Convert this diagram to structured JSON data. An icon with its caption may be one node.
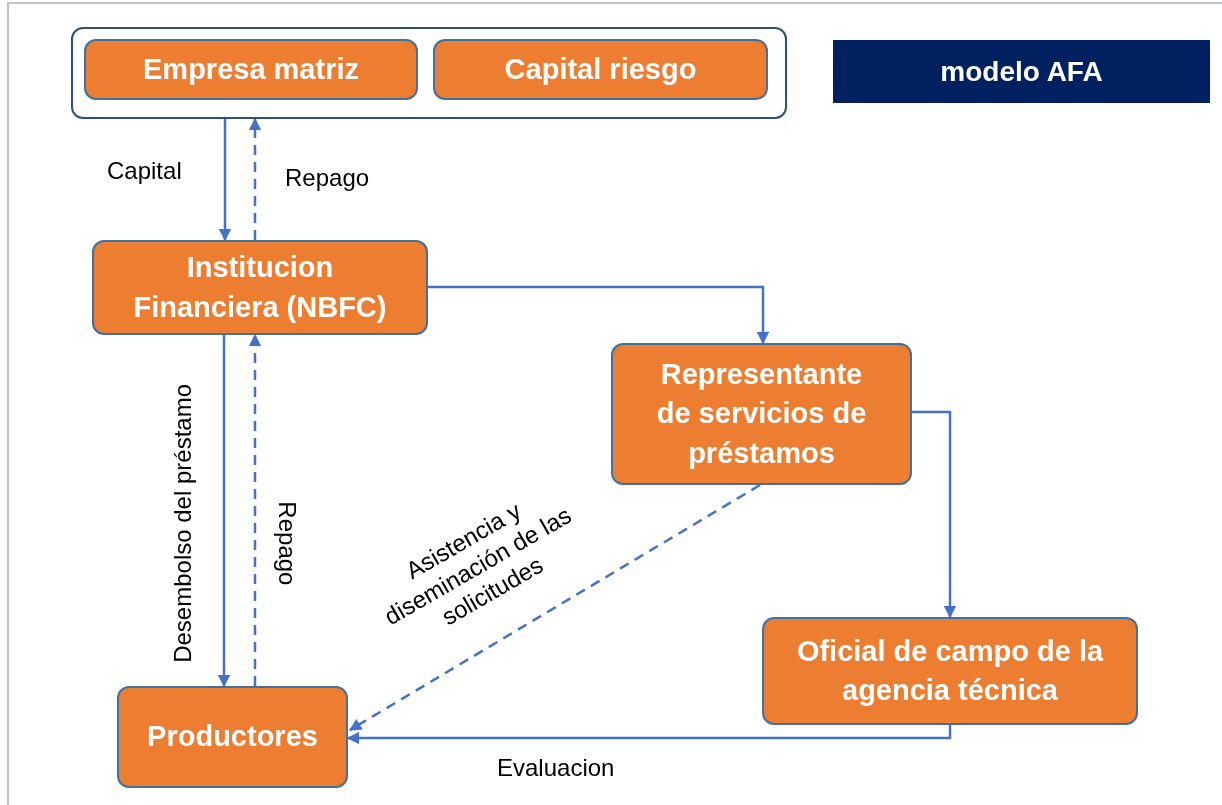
{
  "diagram": {
    "title": "modelo AFA",
    "nodes": [
      {
        "text": [],
        "shape": "box"
      },
      {
        "text": [
          "Empresa matriz"
        ],
        "in": 0
      },
      {
        "text": [
          "Capital riesgo"
        ],
        "in": 0
      },
      {
        "text": [
          "Institucion Financiera (NBFC)"
        ]
      },
      {
        "text": [
          "Representante de servicios de préstamos"
        ]
      },
      {
        "text": [
          "Oficial de campo de la agencia técnica"
        ]
      },
      {
        "text": [
          "Productores"
        ]
      }
    ],
    "edges": [
      {
        "from": 0,
        "to": 3,
        "arrow": "to",
        "label": "Capital"
      },
      {
        "from": 3,
        "to": 0,
        "arrow": "to",
        "label": "Repago",
        "style": "dashed"
      },
      {
        "from": 3,
        "to": 6,
        "arrow": "to",
        "label": "Desembolso del préstamo"
      },
      {
        "from": 6,
        "to": 3,
        "arrow": "to",
        "label": "Repago",
        "style": "dashed"
      },
      {
        "from": 3,
        "to": 4,
        "arrow": "to"
      },
      {
        "from": 4,
        "to": 5,
        "arrow": "to"
      },
      {
        "from": 4,
        "to": 6,
        "arrow": "to",
        "label": "Asistencia y diseminación de las solicitudes",
        "style": "dashed"
      },
      {
        "from": 5,
        "to": 6,
        "arrow": "to",
        "label": "Evaluacion"
      }
    ]
  }
}
